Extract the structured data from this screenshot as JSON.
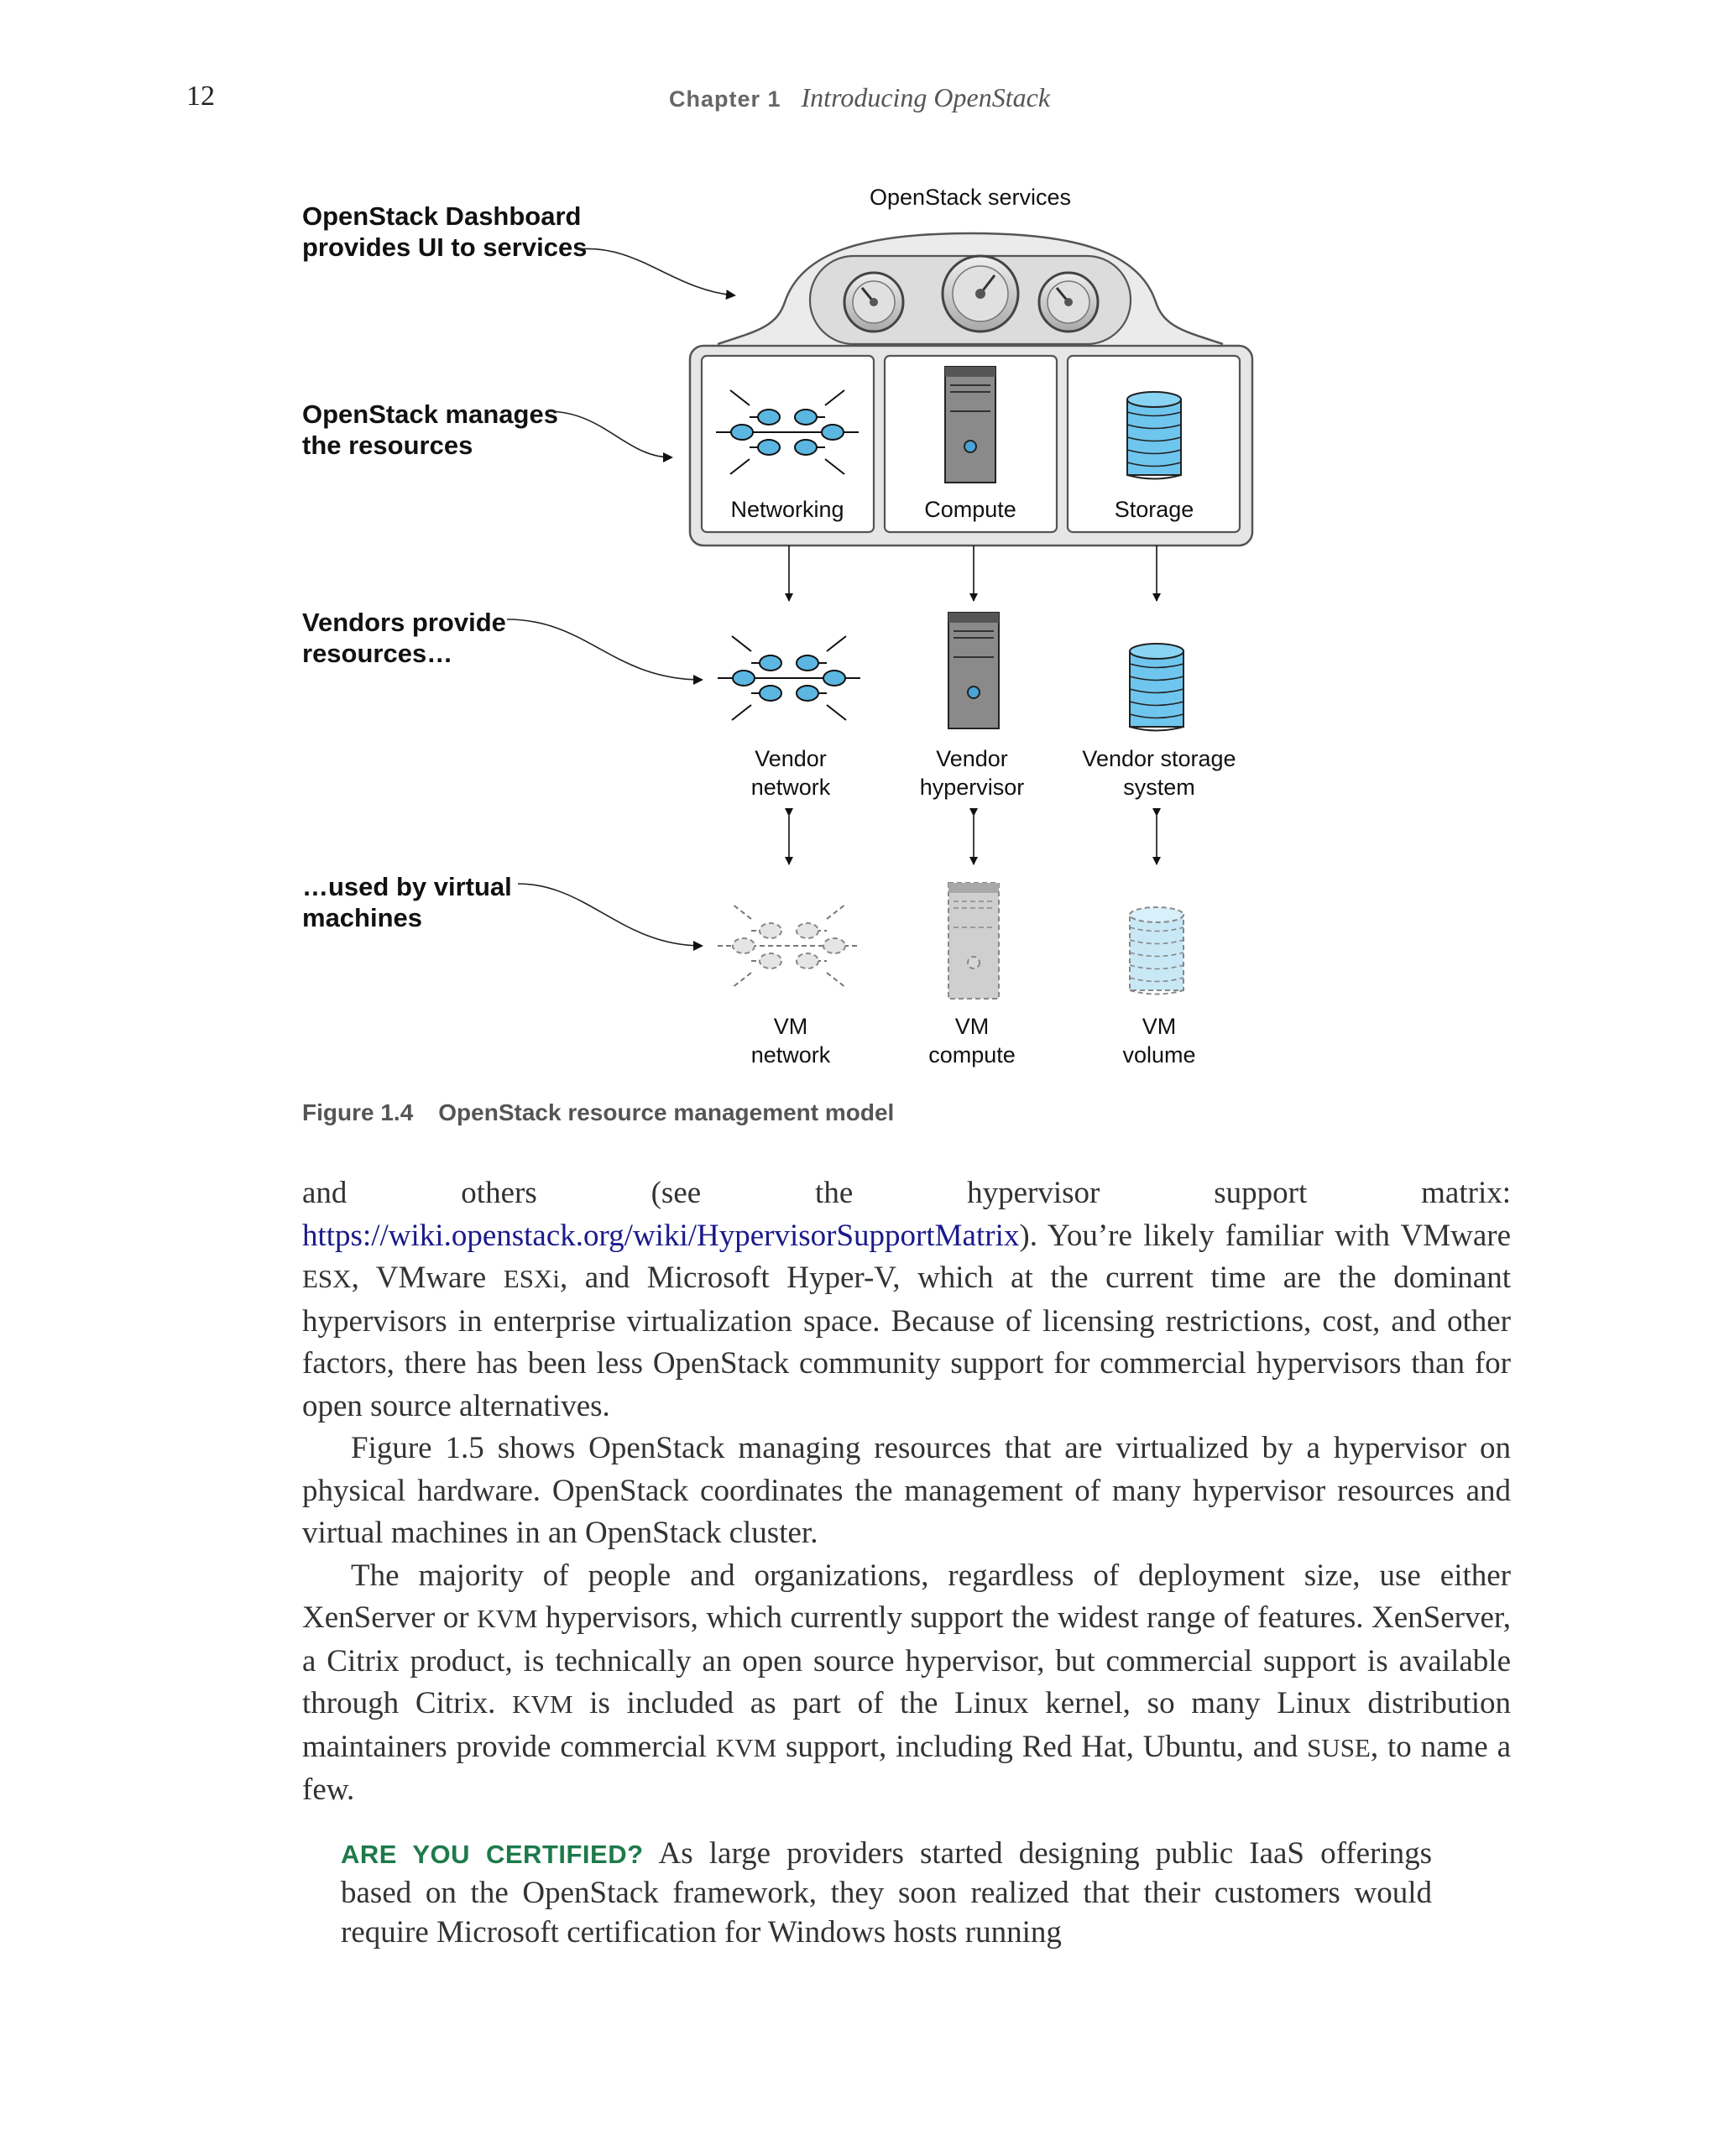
{
  "header": {
    "page_number": "12",
    "chapter_label": "Chapter 1",
    "chapter_title": "Introducing OpenStack"
  },
  "figure": {
    "top_label": "OpenStack services",
    "callouts": [
      [
        "OpenStack Dashboard",
        "provides UI to services"
      ],
      [
        "OpenStack manages",
        "the resources"
      ],
      [
        "Vendors provide",
        "resources…"
      ],
      [
        "…used by virtual",
        "machines"
      ]
    ],
    "service_labels": [
      "Networking",
      "Compute",
      "Storage"
    ],
    "vendor_labels": [
      [
        "Vendor",
        "network"
      ],
      [
        "Vendor",
        "hypervisor"
      ],
      [
        "Vendor storage",
        "system"
      ]
    ],
    "vm_labels": [
      [
        "VM",
        "network"
      ],
      [
        "VM",
        "compute"
      ],
      [
        "VM",
        "volume"
      ]
    ],
    "colors": {
      "storage_blue": "#6ec6ee",
      "vm_blue": "#c8e8f6",
      "server_gray": "#7a7a7a"
    }
  },
  "caption": {
    "number": "Figure 1.4",
    "title": "OpenStack resource management model"
  },
  "body": {
    "p1": {
      "before_link": "and others (see the hypervisor support matrix: ",
      "link": "https://wiki.openstack.org/wiki/HypervisorSupportMatrix",
      "after_link_1": "). You’re likely familiar with VMware ",
      "esx": "ESX",
      "after_link_2": ", VMware ",
      "esxi": "ESXi",
      "after_link_3": ", and Microsoft Hyper-V, which at the current time are the dominant hypervisors in enterprise virtualization space. Because of licensing restrictions, cost, and other factors, there has been less OpenStack community support for commercial hypervisors than for open source alternatives."
    },
    "p2": "Figure 1.5 shows OpenStack managing resources that are virtualized by a hypervisor on physical hardware. OpenStack coordinates the management of many hypervisor resources and virtual machines in an OpenStack cluster.",
    "p3": {
      "a": "The majority of people and organizations, regardless of deployment size, use either XenServer or ",
      "kvm1": "KVM",
      "b": " hypervisors, which currently support the widest range of features. XenServer, a Citrix product, is technically an open source hypervisor, but commercial support is available through Citrix. ",
      "kvm2": "KVM",
      "c": " is included as part of the Linux kernel, so many Linux distribution maintainers provide commercial ",
      "kvm3": "KVM",
      "d": " support, including Red Hat, Ubuntu, and ",
      "suse": "SUSE",
      "e": ", to name a few."
    }
  },
  "sidebar": {
    "label": "ARE YOU CERTIFIED?",
    "text": "As large providers started designing public IaaS offerings based on the OpenStack framework, they soon realized that their customers would require Microsoft certification for Windows hosts running"
  }
}
